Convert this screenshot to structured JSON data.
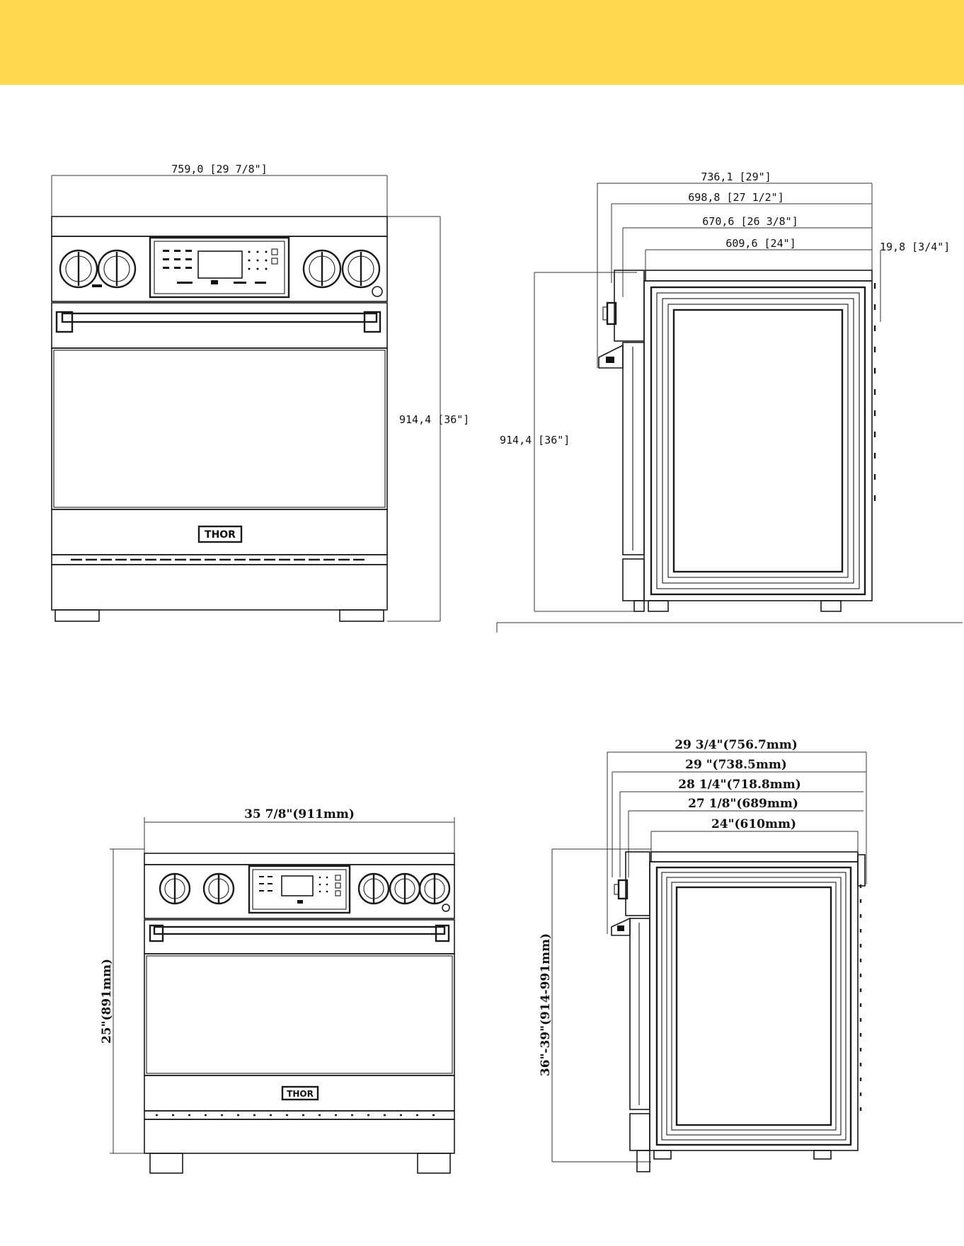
{
  "colors": {
    "banner": "#ffd84d",
    "line": "#1a1a1a"
  },
  "front_view_1": {
    "width_label": "759,0 [29  7/8\"]",
    "height_label": "914,4 [36\"]",
    "logo": "THOR"
  },
  "side_view_1": {
    "depth_1": "736,1 [29\"]",
    "depth_2": "698,8 [27  1/2\"]",
    "depth_3": "670,6 [26  3/8\"]",
    "depth_4": "609,6 [24\"]",
    "handle_depth": "19,8 [3/4\"]",
    "height_label": "914,4 [36\"]"
  },
  "front_view_2": {
    "width_label": "35  7/8\"(911mm)",
    "height_label": "25\"(891mm)",
    "logo": "THOR"
  },
  "side_view_2": {
    "depth_1": "29  3/4\"(756.7mm)",
    "depth_2": "29  \"(738.5mm)",
    "depth_3": "28  1/4\"(718.8mm)",
    "depth_4": "27  1/8\"(689mm)",
    "depth_5": "24\"(610mm)",
    "height_label": "36\"-39\"(914-991mm)"
  }
}
